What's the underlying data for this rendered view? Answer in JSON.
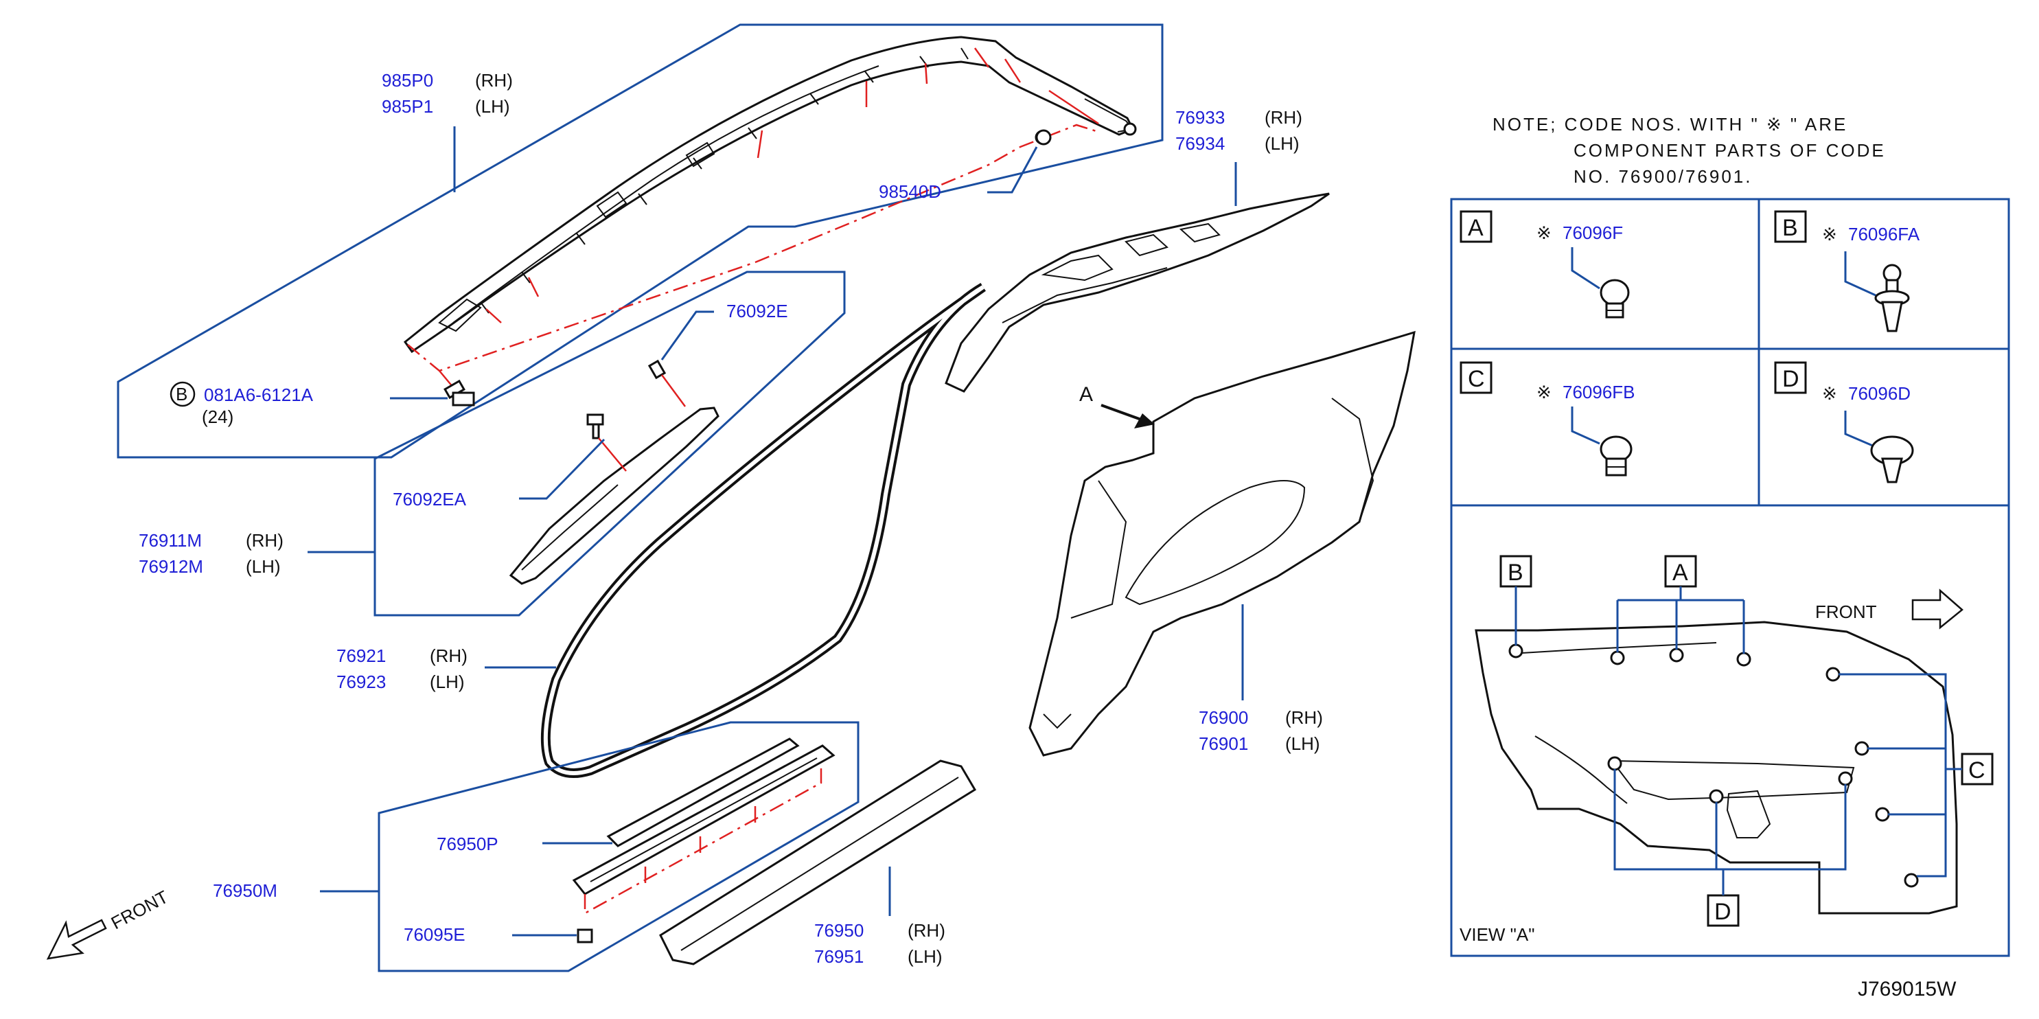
{
  "note": {
    "line1": "NOTE;  CODE  NOS.  WITH  \" ※ \"  ARE",
    "line2": "COMPONENT  PARTS  OF  CODE",
    "line3": "NO.  76900/76901."
  },
  "drawing_id": "J769015W",
  "front_label": "FRONT",
  "arrow_a_label": "A",
  "view_label": "VIEW  \"A\"",
  "callouts": {
    "airbag": {
      "rh": "985P0",
      "lh": "985P1",
      "rh_side": "(RH)",
      "lh_side": "(LH)"
    },
    "clip_98540d": "98540D",
    "bolt": {
      "ref": "B",
      "code": "081A6-6121A",
      "qty": "(24)"
    },
    "pillar_upper": {
      "rh": "76933",
      "lh": "76934",
      "rh_side": "(RH)",
      "lh_side": "(LH)"
    },
    "clip_76092e": "76092E",
    "clip_76092ea": "76092EA",
    "pillar_garnish": {
      "rh": "76911M",
      "lh": "76912M",
      "rh_side": "(RH)",
      "lh_side": "(LH)"
    },
    "weatherstrip": {
      "rh": "76921",
      "lh": "76923",
      "rh_side": "(RH)",
      "lh_side": "(LH)"
    },
    "side_trim": {
      "rh": "76900",
      "lh": "76901",
      "rh_side": "(RH)",
      "lh_side": "(LH)"
    },
    "kick_plate_inner": "76950P",
    "kick_plate_assy": "76950M",
    "clip_76095e": "76095E",
    "kick_plate": {
      "rh": "76950",
      "lh": "76951",
      "rh_side": "(RH)",
      "lh_side": "(LH)"
    }
  },
  "legend": [
    {
      "letter": "A",
      "mark": "※",
      "code": "76096F"
    },
    {
      "letter": "B",
      "mark": "※",
      "code": "76096FA"
    },
    {
      "letter": "C",
      "mark": "※",
      "code": "76096FB"
    },
    {
      "letter": "D",
      "mark": "※",
      "code": "76096D"
    }
  ],
  "view_a": {
    "labels": [
      "B",
      "A",
      "C",
      "D"
    ],
    "front": "FRONT"
  },
  "colors": {
    "part_number": "#1f1fd6",
    "leader": "#1a4ea0",
    "phantom": "#e02020"
  }
}
